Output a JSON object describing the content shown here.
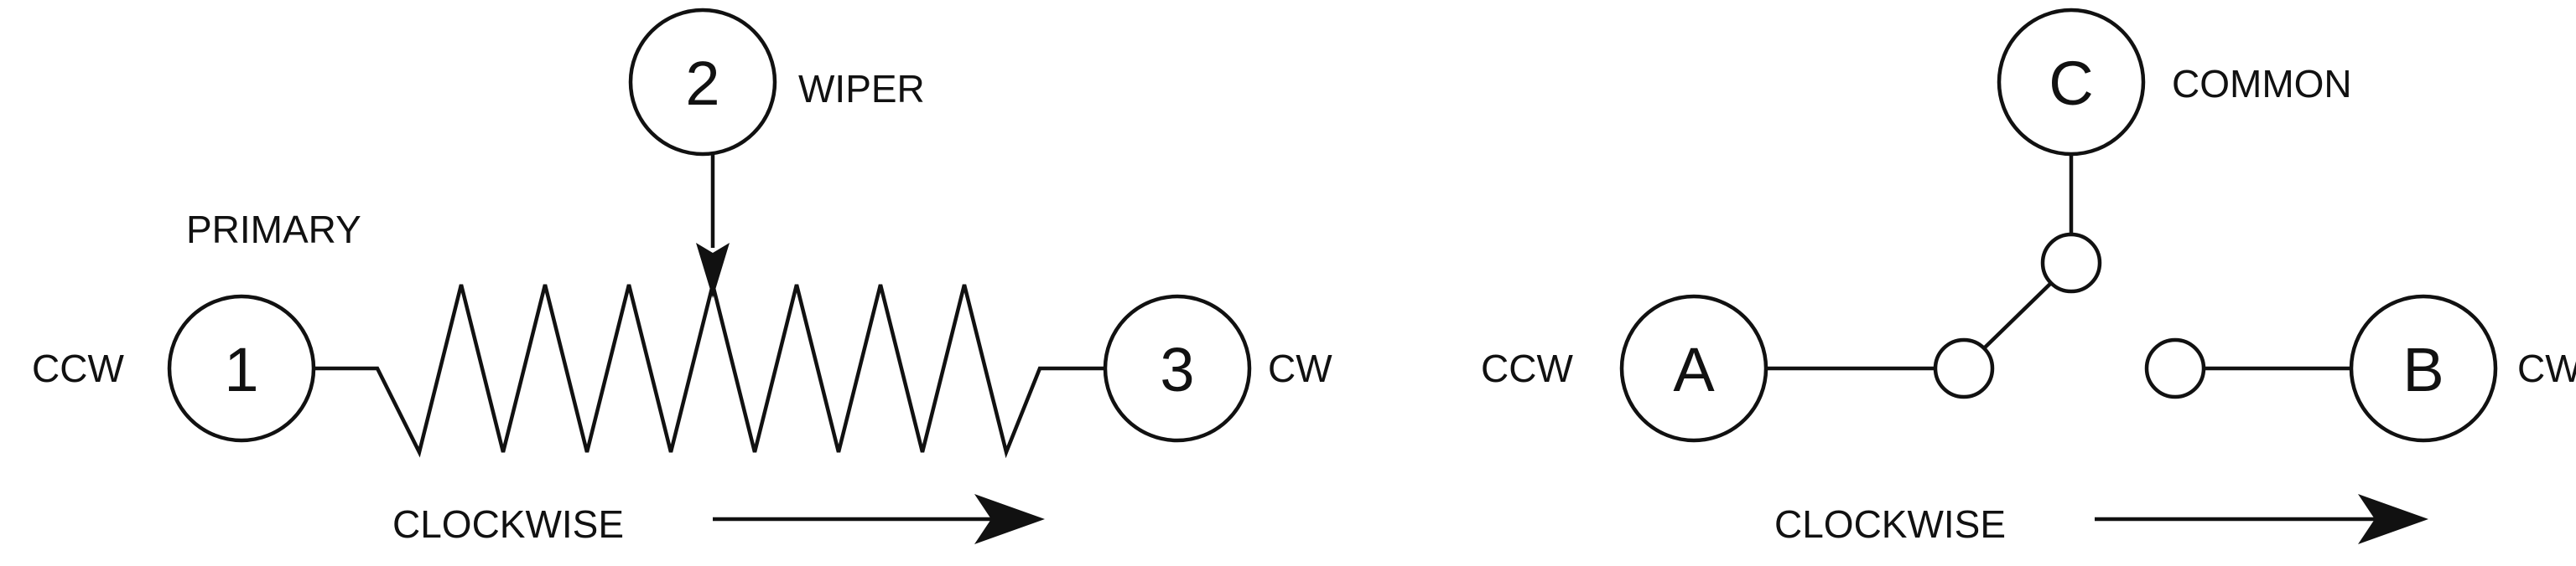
{
  "potentiometer": {
    "terminal_1": "1",
    "terminal_2": "2",
    "terminal_3": "3",
    "wiper_label": "WIPER",
    "primary_label": "PRIMARY",
    "ccw_label": "CCW",
    "cw_label": "CW",
    "direction_label": "CLOCKWISE"
  },
  "switch": {
    "terminal_a": "A",
    "terminal_b": "B",
    "terminal_c": "C",
    "common_label": "COMMON",
    "ccw_label": "CCW",
    "cw_label": "CW",
    "direction_label": "CLOCKWISE"
  },
  "colors": {
    "ink": "#111111",
    "background": "#ffffff"
  }
}
